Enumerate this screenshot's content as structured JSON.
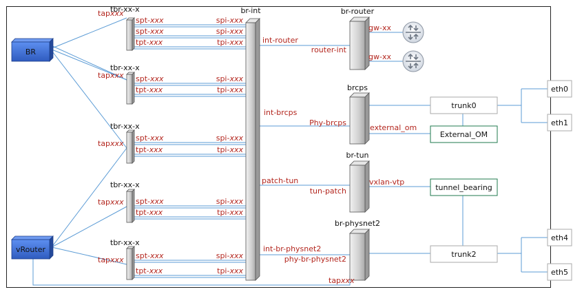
{
  "colors": {
    "line": "#5b9bd5",
    "label_red": "#b3261e",
    "label_black": "#111111",
    "green_box": "#1f7a4d",
    "box_blue": "#3f6fd0",
    "router_circle": "#dfe3ea"
  },
  "bridges": {
    "br_int": "br-int",
    "br_router": "br-router",
    "brcps": "brcps",
    "br_tun": "br-tun",
    "br_physnet2": "br-physnet2"
  },
  "external": {
    "br": "BR",
    "vrouter": "vRouter"
  },
  "tbr_groups": [
    {
      "title": "tbr-xx-x",
      "tap_prefix": "tap",
      "tap_suffix": "xxx",
      "ports": [
        {
          "left_prefix": "spt-",
          "left_suffix": "xxx",
          "right_prefix": "spi-",
          "right_suffix": "xxx"
        },
        {
          "left_prefix": "spt-",
          "left_suffix": "xxx",
          "right_prefix": "spi-",
          "right_suffix": "xxx"
        },
        {
          "left_prefix": "tpt-",
          "left_suffix": "xxx",
          "right_prefix": "tpi-",
          "right_suffix": "xxx"
        }
      ]
    },
    {
      "title": "tbr-xx-x",
      "tap_prefix": "tap",
      "tap_suffix": "xxx",
      "ports": [
        {
          "left_prefix": "spt-",
          "left_suffix": "xxx",
          "right_prefix": "spi-",
          "right_suffix": "xxx"
        },
        {
          "left_prefix": "tpt-",
          "left_suffix": "xxx",
          "right_prefix": "tpi-",
          "right_suffix": "xxx"
        }
      ]
    },
    {
      "title": "tbr-xx-x",
      "tap_prefix": "tap",
      "tap_suffix": "xxx",
      "ports": [
        {
          "left_prefix": "spt-",
          "left_suffix": "xxx",
          "right_prefix": "spi-",
          "right_suffix": "xxx"
        },
        {
          "left_prefix": "tpt-",
          "left_suffix": "xxx",
          "right_prefix": "tpi-",
          "right_suffix": "xxx"
        }
      ]
    },
    {
      "title": "tbr-xx-x",
      "tap_prefix": "tap",
      "tap_suffix": "xxx",
      "ports": [
        {
          "left_prefix": "spt-",
          "left_suffix": "xxx",
          "right_prefix": "spi-",
          "right_suffix": "xxx"
        },
        {
          "left_prefix": "tpt-",
          "left_suffix": "xxx",
          "right_prefix": "tpi-",
          "right_suffix": "xxx"
        }
      ]
    },
    {
      "title": "tbr-xx-x",
      "tap_prefix": "tap",
      "tap_suffix": "xxx",
      "ports": [
        {
          "left_prefix": "spt-",
          "left_suffix": "xxx",
          "right_prefix": "spi-",
          "right_suffix": "xxx"
        },
        {
          "left_prefix": "tpt-",
          "left_suffix": "xxx",
          "right_prefix": "tpi-",
          "right_suffix": "xxx"
        }
      ]
    }
  ],
  "links": {
    "int_router": "int-router",
    "router_int": "router-int",
    "int_brcps": "int-brcps",
    "phy_brcps": "Phy-brcps",
    "patch_tun": "patch-tun",
    "tun_patch": "tun-patch",
    "int_br_physnet2": "int-br-physnet2",
    "phy_br_physnet2": "phy-br-physnet2",
    "gw_1": "gw-xx",
    "gw_2": "gw-xx",
    "external_om_port": "external_om",
    "vxlan_vtp": "vxlan-vtp",
    "bottom_tap_prefix": "tap",
    "bottom_tap_suffix": "xxx"
  },
  "boxes": {
    "trunk0": "trunk0",
    "external_om": "External_OM",
    "tunnel_bearing": "tunnel_bearing",
    "trunk2": "trunk2"
  },
  "nics": {
    "eth0": "eth0",
    "eth1": "eth1",
    "eth4": "eth4",
    "eth5": "eth5"
  },
  "icons": {
    "router": "router-icon",
    "bridge": "bridge-icon",
    "host": "host-box-icon"
  }
}
